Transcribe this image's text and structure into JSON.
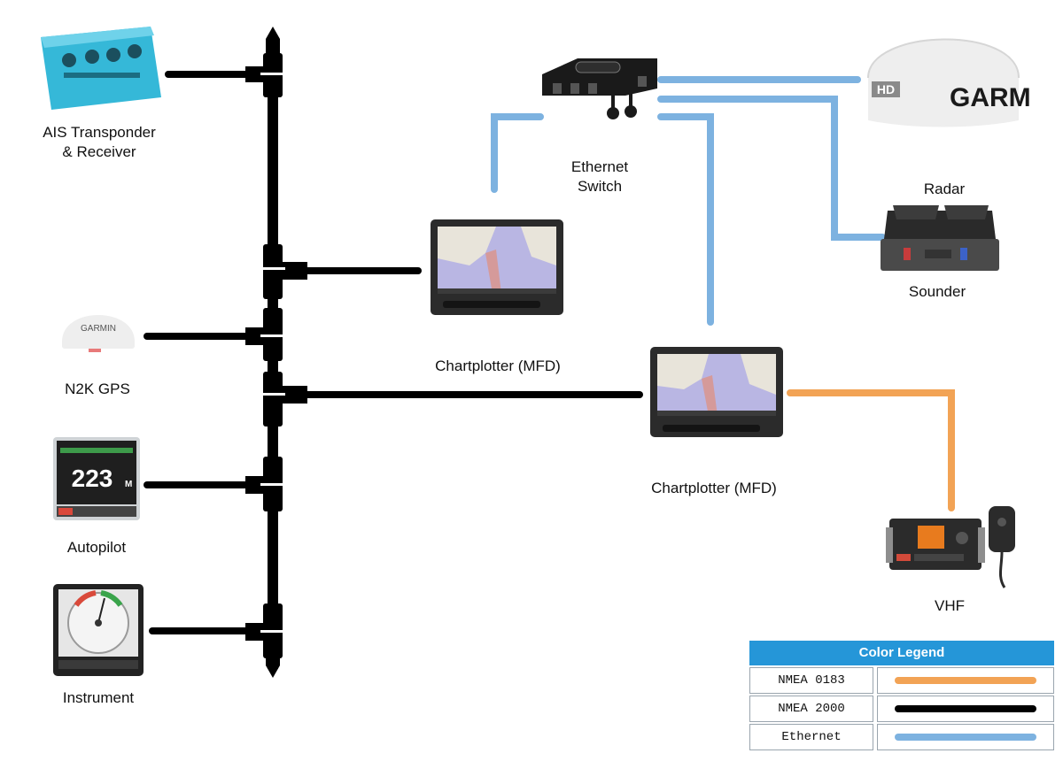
{
  "colors": {
    "nmea0183": "#f2a355",
    "nmea2000": "#000000",
    "ethernet": "#7db2e0",
    "device_body": "#2b2b2b",
    "screen_water": "#b9b6e3",
    "screen_land": "#e8e4da",
    "ais_body": "#35b8d8",
    "radome": "#eeeeee",
    "legend_header": "#2596d8"
  },
  "devices": {
    "ais": {
      "label_line1": "AIS Transponder",
      "label_line2": "& Receiver",
      "icon": "ais-transponder-icon"
    },
    "gps": {
      "label": "N2K GPS",
      "brand": "GARMIN",
      "icon": "gps-antenna-icon"
    },
    "autopilot": {
      "label": "Autopilot",
      "reading": "223",
      "unit": "M",
      "icon": "autopilot-display-icon"
    },
    "instrument": {
      "label": "Instrument",
      "icon": "gauge-display-icon"
    },
    "mfd1": {
      "label": "Chartplotter (MFD)",
      "icon": "chartplotter-icon"
    },
    "mfd2": {
      "label": "Chartplotter (MFD)",
      "icon": "chartplotter-icon"
    },
    "switch": {
      "label_line1": "Ethernet",
      "label_line2": "Switch",
      "icon": "ethernet-switch-icon"
    },
    "radar": {
      "label": "Radar",
      "brand": "GARM",
      "badge": "HD",
      "icon": "radar-dome-icon"
    },
    "sounder": {
      "label": "Sounder",
      "icon": "sounder-box-icon"
    },
    "vhf": {
      "label": "VHF",
      "icon": "vhf-radio-icon"
    }
  },
  "legend": {
    "title": "Color Legend",
    "items": [
      {
        "name": "NMEA 0183",
        "color": "#f2a355"
      },
      {
        "name": "NMEA 2000",
        "color": "#000000"
      },
      {
        "name": "Ethernet",
        "color": "#7db2e0"
      }
    ]
  }
}
